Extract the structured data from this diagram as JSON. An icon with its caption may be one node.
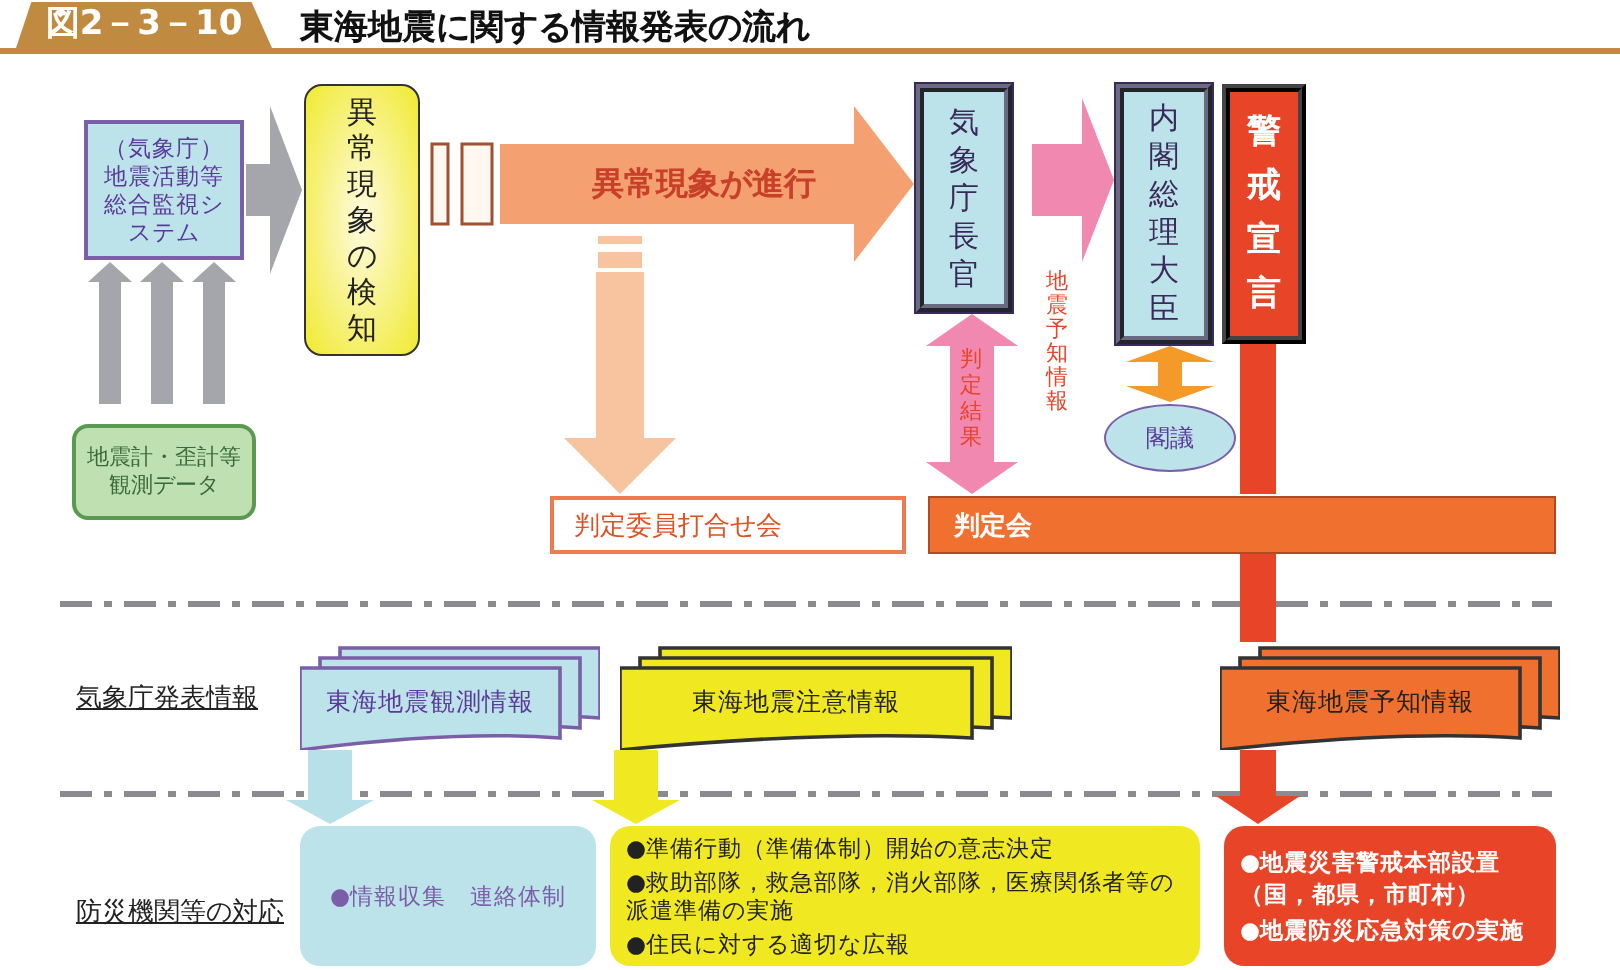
{
  "diagram": {
    "title": "東海地震に関する情報発表の流れ",
    "nodes": [
      {
        "text": [
          "（気象庁）地震活動等総合監視システム"
        ]
      },
      {
        "text": [
          "地震計・歪計等観測データ"
        ]
      },
      {
        "text": [
          "異常現象の検知"
        ]
      },
      {
        "text": [
          "気象庁長官"
        ]
      },
      {
        "text": [
          "内閣総理大臣"
        ]
      },
      {
        "text": [
          "警戒宣言"
        ]
      },
      {
        "text": [
          "閣議"
        ]
      },
      {
        "text": [
          "判定委員打合せ会"
        ]
      },
      {
        "text": [
          "判定会"
        ]
      },
      {
        "text": [
          "東海地震観測情報"
        ]
      },
      {
        "text": [
          "東海地震注意情報"
        ]
      },
      {
        "text": [
          "東海地震予知情報"
        ]
      },
      {
        "text": [
          "●情報収集　連絡体制"
        ]
      },
      {
        "text": [
          "●準備行動（準備体制）開始の意志決定",
          "●救助部隊，救急部隊，消火部隊，医療関係者等の派遣準備の実施",
          "●住民に対する適切な広報"
        ]
      },
      {
        "text": [
          "●地震災害警戒本部設置（国，都県，市町村）",
          "●地震防災応急対策の実施"
        ]
      }
    ],
    "edges": [
      {
        "from": 1,
        "to": 0,
        "arrow": "to",
        "color": "#a4a6ac"
      },
      {
        "from": 1,
        "to": 0,
        "arrow": "to",
        "color": "#a4a6ac"
      },
      {
        "from": 1,
        "to": 0,
        "arrow": "to",
        "color": "#a4a6ac"
      },
      {
        "from": 0,
        "to": 2,
        "arrow": "to",
        "color": "#a4a6ac"
      },
      {
        "from": 2,
        "to": 3,
        "arrow": "to",
        "label": "異常現象が進行",
        "style": "thick",
        "color": "#f4a070"
      },
      {
        "from": null,
        "to": 7,
        "arrow": "to",
        "color": "#f8c4a0"
      },
      {
        "from": 3,
        "to": 4,
        "arrow": "to",
        "label": "地震予知情報",
        "style": "thick",
        "color": "#f088b0"
      },
      {
        "from": 3,
        "to": 8,
        "arrow": "both",
        "label": "判定結果",
        "color": "#f088b0"
      },
      {
        "from": 4,
        "to": 6,
        "arrow": "both",
        "color": "#f49a28"
      },
      {
        "from": 5,
        "to": 8,
        "arrow": "none",
        "color": "#e84428"
      },
      {
        "from": 8,
        "to": 11,
        "arrow": "none",
        "color": "#e84428"
      },
      {
        "from": 11,
        "to": 14,
        "arrow": "to",
        "color": "#e84428"
      },
      {
        "from": 9,
        "to": 12,
        "arrow": "to",
        "color": "#b8e0e8"
      },
      {
        "from": 10,
        "to": 13,
        "arrow": "to",
        "color": "#f0e820"
      }
    ],
    "labels": [
      "図2－3－10",
      "気象庁発表情報",
      "防災機関等の対応"
    ]
  }
}
